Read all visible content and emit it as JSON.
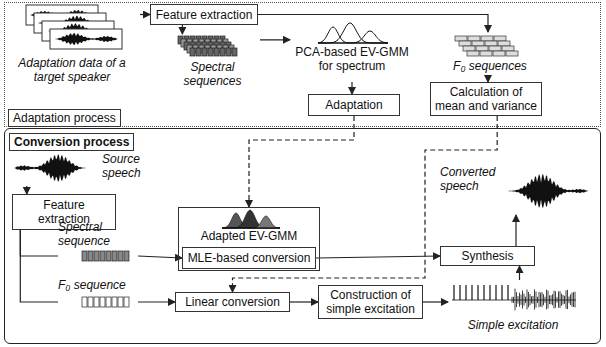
{
  "diagram": {
    "nodes": [
      {
        "text": [
          "Adaptation process"
        ]
      },
      {
        "text": [
          "Adaptation data of a target speaker"
        ],
        "in": 0
      },
      {
        "text": [
          "Feature extraction"
        ],
        "in": 0
      },
      {
        "text": [
          "Spectral sequences"
        ],
        "in": 0
      },
      {
        "text": [
          "PCA-based EV-GMM for spectrum"
        ],
        "in": 0
      },
      {
        "text": [
          "F₀ sequences"
        ],
        "in": 0
      },
      {
        "text": [
          "Adaptation"
        ],
        "in": 0
      },
      {
        "text": [
          "Calculation of mean and variance"
        ],
        "in": 0
      },
      {
        "text": [
          "Conversion process"
        ]
      },
      {
        "text": [
          "Source speech"
        ],
        "in": 8
      },
      {
        "text": [
          "Feature extraction"
        ],
        "in": 8
      },
      {
        "text": [
          "Spectral sequence"
        ],
        "in": 8
      },
      {
        "text": [
          "F₀ sequence"
        ],
        "in": 8
      },
      {
        "text": [
          "Adapted EV-GMM"
        ],
        "in": 8
      },
      {
        "text": [
          "MLE-based conversion"
        ],
        "in": 13
      },
      {
        "text": [
          "Linear conversion"
        ],
        "in": 8
      },
      {
        "text": [
          "Construction of simple excitation"
        ],
        "in": 8
      },
      {
        "text": [
          "Converted speech"
        ],
        "in": 8
      },
      {
        "text": [
          "Synthesis"
        ],
        "in": 8
      },
      {
        "text": [
          "Simple excitation"
        ],
        "in": 8
      }
    ],
    "edges": [
      {
        "from": 1,
        "to": 2,
        "arrow": "to"
      },
      {
        "from": 2,
        "to": 3,
        "arrow": "to"
      },
      {
        "from": 2,
        "to": 5,
        "arrow": "to"
      },
      {
        "from": 3,
        "to": 4,
        "arrow": "to"
      },
      {
        "from": 4,
        "to": 6,
        "arrow": "to"
      },
      {
        "from": 5,
        "to": 7,
        "arrow": "to"
      },
      {
        "from": 6,
        "to": 13,
        "arrow": "to"
      },
      {
        "from": 7,
        "to": 15,
        "arrow": "to"
      },
      {
        "from": 9,
        "to": 10,
        "arrow": "to"
      },
      {
        "from": 10,
        "to": 11,
        "arrow": "none"
      },
      {
        "from": 11,
        "to": 14,
        "arrow": "to"
      },
      {
        "from": 10,
        "to": 12,
        "arrow": "none"
      },
      {
        "from": 12,
        "to": 15,
        "arrow": "to"
      },
      {
        "from": 14,
        "to": 18,
        "arrow": "to"
      },
      {
        "from": 15,
        "to": 16,
        "arrow": "to"
      },
      {
        "from": 16,
        "to": 19,
        "arrow": "to"
      },
      {
        "from": 19,
        "to": 18,
        "arrow": "to"
      },
      {
        "from": 18,
        "to": 17,
        "arrow": "to"
      }
    ]
  }
}
